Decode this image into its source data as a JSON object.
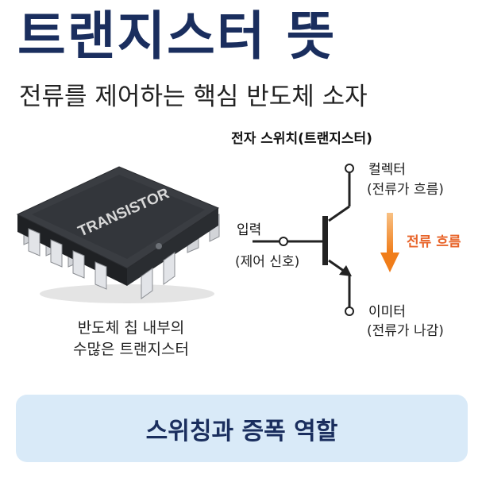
{
  "header": {
    "title": "트랜지스터 뜻",
    "subtitle": "전류를 제어하는 핵심 반도체 소자"
  },
  "chip": {
    "label": "TRANSISTOR",
    "caption_line1": "반도체 칩 내부의",
    "caption_line2": "수많은 트랜지스터"
  },
  "diagram": {
    "title": "전자 스위치(트랜지스터)",
    "collector_label": "컬렉터",
    "collector_desc": "(전류가 흐름)",
    "input_label": "입력",
    "input_desc": "(제어 신호)",
    "current_label": "전류 흐름",
    "emitter_label": "이미터",
    "emitter_desc": "(전류가 나감)"
  },
  "footer": {
    "banner_text": "스위칭과 증폭 역할"
  },
  "colors": {
    "title": "#1a2e5e",
    "chip_body": "#2f3236",
    "pins": "#d2d4d8",
    "arrow": "#f07d1a",
    "banner": "#d9eaf8"
  },
  "icons": {
    "chip": "integrated-circuit-chip-icon",
    "arrow": "down-arrow-icon"
  }
}
